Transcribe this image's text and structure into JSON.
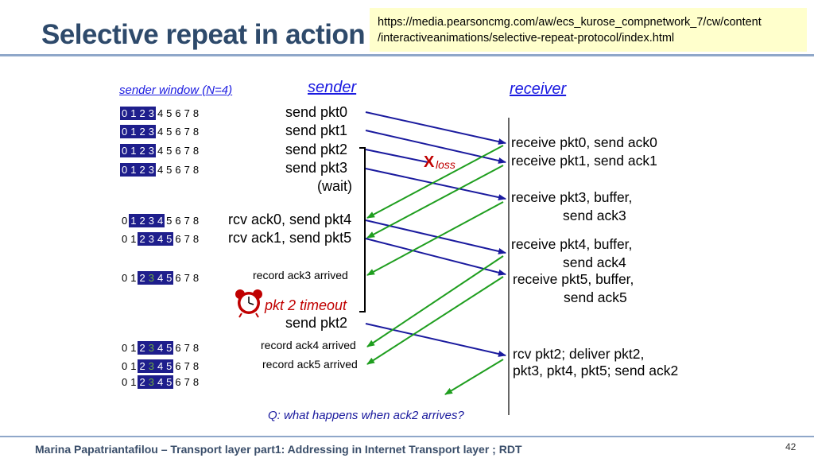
{
  "title": "Selective repeat in action",
  "url_line1": "https://media.pearsoncmg.com/aw/ecs_kurose_compnetwork_7/cw/content",
  "url_line2": "/interactiveanimations/selective-repeat-protocol/index.html",
  "sender_window_label": "sender window (N=4)",
  "sender_heading": "sender",
  "receiver_heading": "receiver",
  "window_rows": [
    {
      "cells": [
        "0",
        "1",
        "2",
        "3",
        "4",
        "5",
        "6",
        "7",
        "8"
      ],
      "highlight": [
        0,
        1,
        2,
        3
      ],
      "acked": []
    },
    {
      "cells": [
        "0",
        "1",
        "2",
        "3",
        "4",
        "5",
        "6",
        "7",
        "8"
      ],
      "highlight": [
        0,
        1,
        2,
        3
      ],
      "acked": []
    },
    {
      "cells": [
        "0",
        "1",
        "2",
        "3",
        "4",
        "5",
        "6",
        "7",
        "8"
      ],
      "highlight": [
        0,
        1,
        2,
        3
      ],
      "acked": []
    },
    {
      "cells": [
        "0",
        "1",
        "2",
        "3",
        "4",
        "5",
        "6",
        "7",
        "8"
      ],
      "highlight": [
        0,
        1,
        2,
        3
      ],
      "acked": []
    },
    {
      "cells": [
        "0",
        "1",
        "2",
        "3",
        "4",
        "5",
        "6",
        "7",
        "8"
      ],
      "highlight": [
        1,
        2,
        3,
        4
      ],
      "acked": []
    },
    {
      "cells": [
        "0",
        "1",
        "2",
        "3",
        "4",
        "5",
        "6",
        "7",
        "8"
      ],
      "highlight": [
        2,
        3,
        4,
        5
      ],
      "acked": []
    },
    {
      "cells": [
        "0",
        "1",
        "2",
        "3",
        "4",
        "5",
        "6",
        "7",
        "8"
      ],
      "highlight": [
        2,
        3,
        4,
        5
      ],
      "acked": [
        3
      ]
    },
    {
      "cells": [
        "0",
        "1",
        "2",
        "3",
        "4",
        "5",
        "6",
        "7",
        "8"
      ],
      "highlight": [
        2,
        3,
        4,
        5
      ],
      "acked": [
        3,
        4
      ]
    },
    {
      "cells": [
        "0",
        "1",
        "2",
        "3",
        "4",
        "5",
        "6",
        "7",
        "8"
      ],
      "highlight": [
        2,
        3,
        4,
        5
      ],
      "acked": [
        3,
        4,
        5
      ]
    },
    {
      "cells": [
        "0",
        "1",
        "2",
        "3",
        "4",
        "5",
        "6",
        "7",
        "8"
      ],
      "highlight": [
        2,
        3,
        4,
        5
      ],
      "acked": [
        3,
        4,
        5
      ]
    }
  ],
  "sender_events": {
    "send_pkt0": "send  pkt0",
    "send_pkt1": "send  pkt1",
    "send_pkt2": "send  pkt2",
    "send_pkt3": "send  pkt3",
    "wait": "(wait)",
    "rcv_ack0": "rcv ack0, send pkt4",
    "rcv_ack1": "rcv ack1, send pkt5",
    "record_ack3": "record ack3 arrived",
    "timeout": "pkt 2 timeout",
    "resend_pkt2": "send  pkt2",
    "record_ack4": "record ack4 arrived",
    "record_ack5": "record ack5 arrived"
  },
  "receiver_events": {
    "r0": "receive pkt0, send ack0",
    "r1": "receive pkt1, send ack1",
    "r3a": "receive pkt3, buffer,",
    "r3b": "send ack3",
    "r4a": "receive pkt4, buffer,",
    "r4b": "send ack4",
    "r5a": "receive pkt5, buffer,",
    "r5b": "send ack5",
    "r2a": "rcv pkt2; deliver pkt2,",
    "r2b": "pkt3, pkt4, pkt5; send ack2"
  },
  "loss_x": "X",
  "loss_label": "loss",
  "question": "Q: what happens when ack2 arrives?",
  "footer": "Marina Papatriantafilou –  Transport layer part1: Addressing in Internet Transport layer ; RDT",
  "page_number": "42",
  "colors": {
    "packet_arrow": "#1A1A9E",
    "ack_arrow": "#1F9E1F",
    "loss": "#C00000",
    "window_fill": "#1E1E8C",
    "title": "#2E4A6B"
  }
}
